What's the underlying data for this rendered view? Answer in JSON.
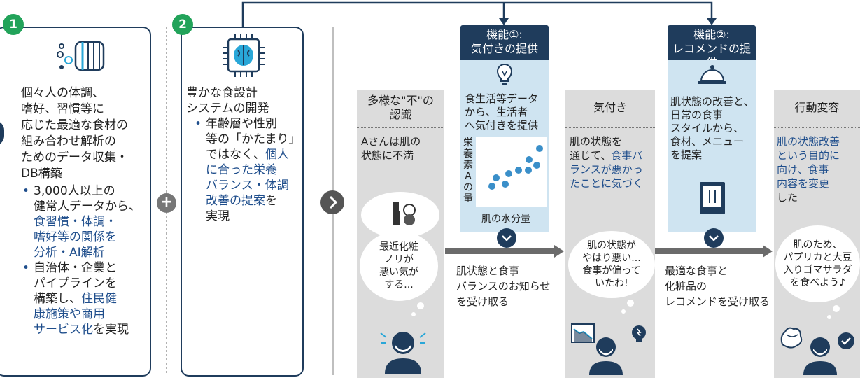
{
  "card1": {
    "badge": "1",
    "title_lines": [
      "個々人の体調、",
      "嗜好、習慣等に",
      "応じた最適な食材の",
      "組み合わせ解析の",
      "ためのデータ収集・",
      "DB構築"
    ],
    "bullet1_a": "3,000人以上の",
    "bullet1_b": "健常人データから、",
    "bullet1_c": "食習慣・体調・",
    "bullet1_d": "嗜好等の関係を",
    "bullet1_e": "分析・AI解析",
    "bullet2_a": "自治体・企業と",
    "bullet2_b": "パイプラインを",
    "bullet2_c": "構築し、",
    "bullet2_c_blue": "住民健",
    "bullet2_d": "康施策や商用",
    "bullet2_e_blue": "サービス化",
    "bullet2_e": "を実現"
  },
  "card2": {
    "badge": "2",
    "title_lines": [
      "豊かな食設計",
      "システムの開発"
    ],
    "bullet_a": "年齢層や性別",
    "bullet_b": "等の「かたまり」",
    "bullet_c": "ではなく、",
    "bullet_c_blue": "個人",
    "bullet_d_blue": "に合った栄養",
    "bullet_e_blue": "バランス・体調",
    "bullet_f_blue": "改善の提案",
    "bullet_f": "を",
    "bullet_g": "実現"
  },
  "col1": {
    "head_lines": [
      "多様な\"不\"の",
      "認識"
    ],
    "text_lines": [
      "Aさんは肌の",
      "状態に不満"
    ],
    "bubble_lines": [
      "最近化粧",
      "ノリが",
      "悪い気が",
      "する..."
    ]
  },
  "feature1": {
    "head_lines": [
      "機能①:",
      "気付きの提供"
    ],
    "text_lines": [
      "食生活等データ",
      "から、生活者",
      "へ気付きを提供"
    ],
    "ylabel_chars": [
      "栄",
      "養",
      "素",
      "A",
      "の",
      "量"
    ],
    "xlabel": "肌の水分量",
    "below_lines": [
      "肌状態と食事",
      "バランスのお知らせ",
      "を受け取る"
    ]
  },
  "col2": {
    "head": "気付き",
    "text_lines": [
      "肌の状態を",
      "通じて、",
      "食事バ",
      "ランスが悪かっ",
      "たことに気づく"
    ],
    "bubble_lines": [
      "肌の状態が",
      "やはり悪い...",
      "食事が偏って",
      "いたわ!"
    ]
  },
  "feature2": {
    "head_lines": [
      "機能②:",
      "レコメンドの提供"
    ],
    "text_lines": [
      "肌状態の改善と、",
      "日常の食事",
      "スタイルから、",
      "食材、メニュー",
      "を提案"
    ],
    "below_lines": [
      "最適な食事と",
      "化粧品の",
      "レコメンドを受け取る"
    ]
  },
  "col3": {
    "head": "行動変容",
    "text_lines": [
      "肌の状態改善",
      "という目的に",
      "向け、食事",
      "内容を変更",
      "した"
    ],
    "bubble_lines": [
      "肌のため、",
      "パプリカと大豆",
      "入りゴマサラダ",
      "を食べよう♪"
    ]
  },
  "colors": {
    "navy": "#1f3c5c",
    "green": "#22a35a",
    "blue_text": "#1f4e8c",
    "light_blue": "#cfe4f1",
    "grey": "#dcdcdc"
  }
}
